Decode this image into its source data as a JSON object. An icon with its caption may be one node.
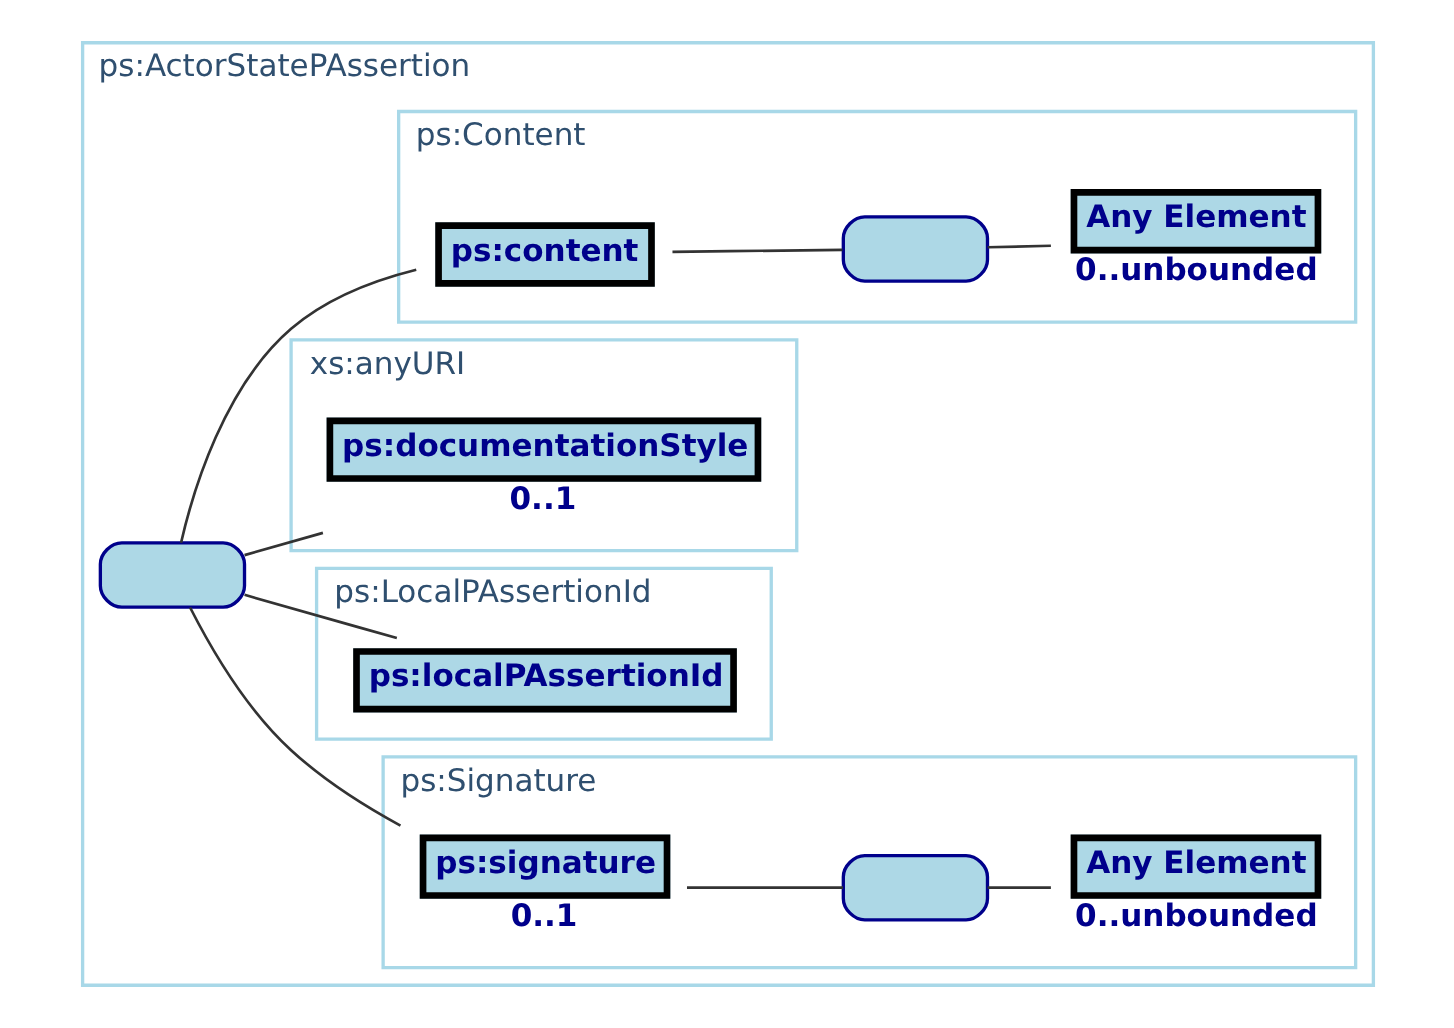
{
  "diagram": {
    "nodes": [
      {
        "text": [
          "ps:ActorStatePAssertion"
        ]
      },
      {
        "text": [],
        "shape": "box",
        "in": 0
      },
      {
        "text": [
          "ps:Signature"
        ],
        "in": 0
      },
      {
        "text": [
          "ps:signature"
        ],
        "beside": [
          "0..1"
        ],
        "in": 2
      },
      {
        "text": [],
        "shape": "box",
        "in": 2
      },
      {
        "text": [
          "Any Element"
        ],
        "beside": [
          "0..unbounded"
        ],
        "in": 2
      },
      {
        "text": [
          "ps:LocalPAssertionId"
        ],
        "in": 0
      },
      {
        "text": [
          "ps:localPAssertionId"
        ],
        "in": 6
      },
      {
        "text": [
          "xs:anyURI"
        ],
        "in": 0
      },
      {
        "text": [
          "ps:documentationStyle"
        ],
        "beside": [
          "0..1"
        ],
        "in": 8
      },
      {
        "text": [
          "ps:Content"
        ],
        "in": 0
      },
      {
        "text": [
          "ps:content"
        ],
        "in": 10
      },
      {
        "text": [],
        "shape": "box",
        "in": 10
      },
      {
        "text": [
          "Any Element"
        ],
        "beside": [
          "0..unbounded"
        ],
        "in": 10
      }
    ],
    "edges": [
      {
        "from": 1,
        "to": 3,
        "arrow": "none"
      },
      {
        "from": 1,
        "to": 7,
        "arrow": "none"
      },
      {
        "from": 1,
        "to": 9,
        "arrow": "none"
      },
      {
        "from": 1,
        "to": 11,
        "arrow": "none"
      },
      {
        "from": 3,
        "to": 4,
        "arrow": "none"
      },
      {
        "from": 4,
        "to": 5,
        "arrow": "none"
      },
      {
        "from": 11,
        "to": 12,
        "arrow": "none"
      },
      {
        "from": 12,
        "to": 13,
        "arrow": "none"
      }
    ]
  }
}
